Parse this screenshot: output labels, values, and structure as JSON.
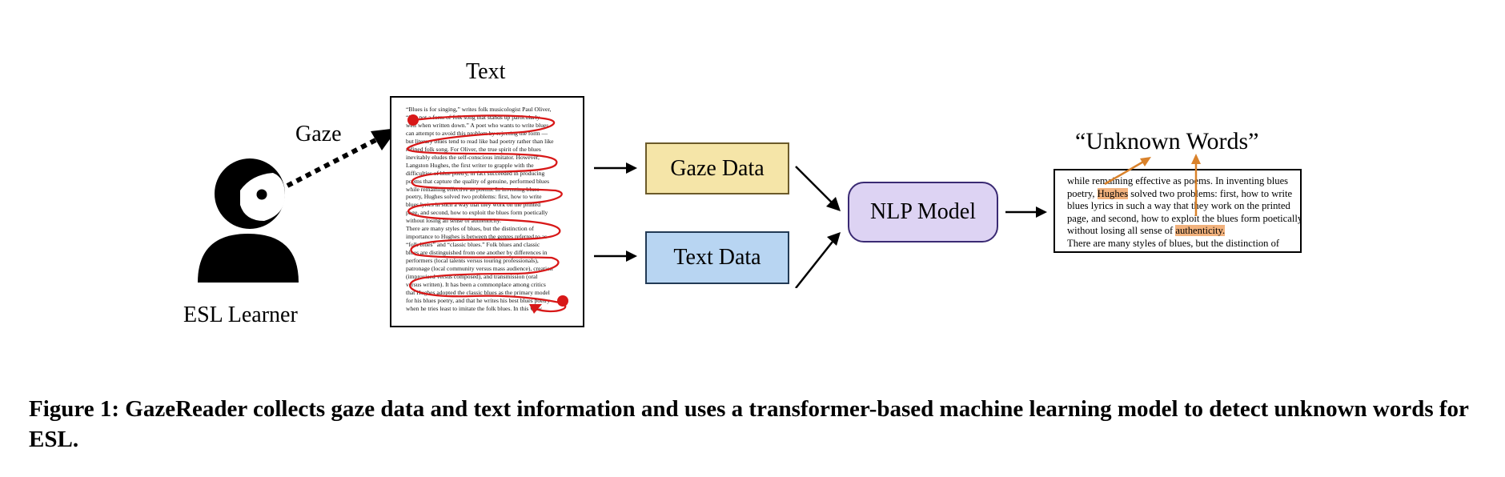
{
  "learner": {
    "label": "ESL Learner"
  },
  "gaze": {
    "label": "Gaze"
  },
  "text_panel": {
    "title": "Text",
    "lines": [
      "“Blues is for singing,” writes folk musicologist Paul Oliver,",
      "“it is not a form of folk song that stands up particularly",
      "well when written down.” A poet who wants to write blues",
      "can attempt to avoid this problem by rejecting the form —",
      "but literary blues tend to read like bad poetry rather than like",
      "refined folk song. For Oliver, the true spirit of the blues",
      "inevitably eludes the self-conscious imitator. However,",
      "Langston Hughes, the first writer to grapple with the",
      "difficulties of blue poetry, in fact succeeded in producing",
      "poems that capture the quality of genuine, performed blues",
      "while remaining effective as poems. In inventing blues",
      "poetry, Hughes solved two problems: first, how to write",
      "blues lyrics in such a way that they work on the printed",
      "page, and second, how to exploit the blues form poetically",
      "without losing all sense of authenticity.",
      "There are many styles of blues, but the distinction of",
      "importance to Hughes is between the genres referred to as",
      "“folk blues” and “classic blues.” Folk blues and classic",
      "blues are distinguished from one another by differences in",
      "performers (local talents versus touring professionals),",
      "patronage (local community versus mass audience), creation",
      "(improvised versus composed), and transmission (oral",
      "versus written). It has been a commonplace among critics",
      "that Hughes adopted the classic blues as the primary model",
      "for his blues poetry, and that he writes his best blues poetry",
      "when he tries least to imitate the folk blues. In this view,"
    ]
  },
  "gaze_data_box": {
    "label": "Gaze Data",
    "fill": "#f5e5a8",
    "border": "#6b5a2a"
  },
  "text_data_box": {
    "label": "Text Data",
    "fill": "#b8d5f2",
    "border": "#223a55"
  },
  "nlp_model_box": {
    "label": "NLP Model",
    "fill": "#ddd3f3",
    "border": "#3a2a73"
  },
  "output": {
    "title": "“Unknown Words”",
    "line1": "while remaining effective as poems. In inventing blues",
    "line2_pre": "poetry, ",
    "line2_hl": "Hughes",
    "line2_post": " solved two problems: first, how to write",
    "line3": "blues lyrics in such a way that they work on the printed",
    "line4": "page, and second, how to exploit the blues form poetically",
    "line5_pre": "without losing all sense of ",
    "line5_hl": "authenticity.",
    "line6": "There are many styles of blues, but the distinction of",
    "highlight_color": "#f2b27d",
    "arrow_color": "#d9822b"
  },
  "gaze_path_color": "#d81818",
  "caption": "Figure 1: GazeReader collects gaze data and text information and uses a transformer-based machine learning model to detect unknown words for ESL."
}
